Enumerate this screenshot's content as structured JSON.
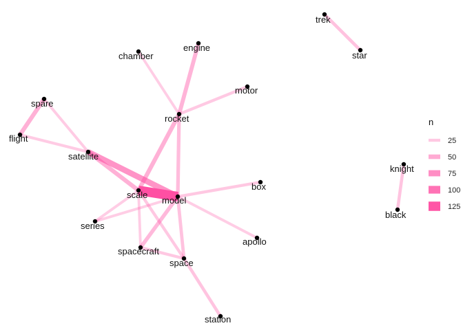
{
  "legend": {
    "title": "n",
    "entries": [
      {
        "label": "25",
        "value": 25
      },
      {
        "label": "50",
        "value": 50
      },
      {
        "label": "75",
        "value": 75
      },
      {
        "label": "100",
        "value": 100
      },
      {
        "label": "125",
        "value": 125
      }
    ]
  },
  "edge_color": "#ff4fa3",
  "node_color": "#000000",
  "nodes": [
    {
      "id": "trek",
      "label": "trek"
    },
    {
      "id": "star",
      "label": "star"
    },
    {
      "id": "engine",
      "label": "engine"
    },
    {
      "id": "chamber",
      "label": "chamber"
    },
    {
      "id": "motor",
      "label": "motor"
    },
    {
      "id": "spare",
      "label": "spare"
    },
    {
      "id": "rocket",
      "label": "rocket"
    },
    {
      "id": "flight",
      "label": "flight"
    },
    {
      "id": "satellite",
      "label": "satellite"
    },
    {
      "id": "knight",
      "label": "knight"
    },
    {
      "id": "box",
      "label": "box"
    },
    {
      "id": "scale",
      "label": "scale"
    },
    {
      "id": "model",
      "label": "model"
    },
    {
      "id": "black",
      "label": "black"
    },
    {
      "id": "series",
      "label": "series"
    },
    {
      "id": "apollo",
      "label": "apollo"
    },
    {
      "id": "spacecraft",
      "label": "spacecraft"
    },
    {
      "id": "space",
      "label": "space"
    },
    {
      "id": "station",
      "label": "station"
    }
  ],
  "edges": [
    {
      "from": "trek",
      "to": "star",
      "n": 30
    },
    {
      "from": "knight",
      "to": "black",
      "n": 28
    },
    {
      "from": "chamber",
      "to": "rocket",
      "n": 20
    },
    {
      "from": "engine",
      "to": "rocket",
      "n": 42
    },
    {
      "from": "motor",
      "to": "rocket",
      "n": 24
    },
    {
      "from": "spare",
      "to": "flight",
      "n": 45
    },
    {
      "from": "spare",
      "to": "satellite",
      "n": 22
    },
    {
      "from": "flight",
      "to": "satellite",
      "n": 22
    },
    {
      "from": "satellite",
      "to": "model",
      "n": 70
    },
    {
      "from": "satellite",
      "to": "scale",
      "n": 45
    },
    {
      "from": "rocket",
      "to": "scale",
      "n": 45
    },
    {
      "from": "rocket",
      "to": "model",
      "n": 35
    },
    {
      "from": "scale",
      "to": "model",
      "n": 130
    },
    {
      "from": "box",
      "to": "model",
      "n": 25
    },
    {
      "from": "apollo",
      "to": "model",
      "n": 20
    },
    {
      "from": "series",
      "to": "model",
      "n": 20
    },
    {
      "from": "series",
      "to": "scale",
      "n": 20
    },
    {
      "from": "spacecraft",
      "to": "model",
      "n": 38
    },
    {
      "from": "spacecraft",
      "to": "scale",
      "n": 20
    },
    {
      "from": "space",
      "to": "model",
      "n": 30
    },
    {
      "from": "space",
      "to": "scale",
      "n": 25
    },
    {
      "from": "space",
      "to": "spacecraft",
      "n": 25
    },
    {
      "from": "space",
      "to": "station",
      "n": 28
    }
  ]
}
